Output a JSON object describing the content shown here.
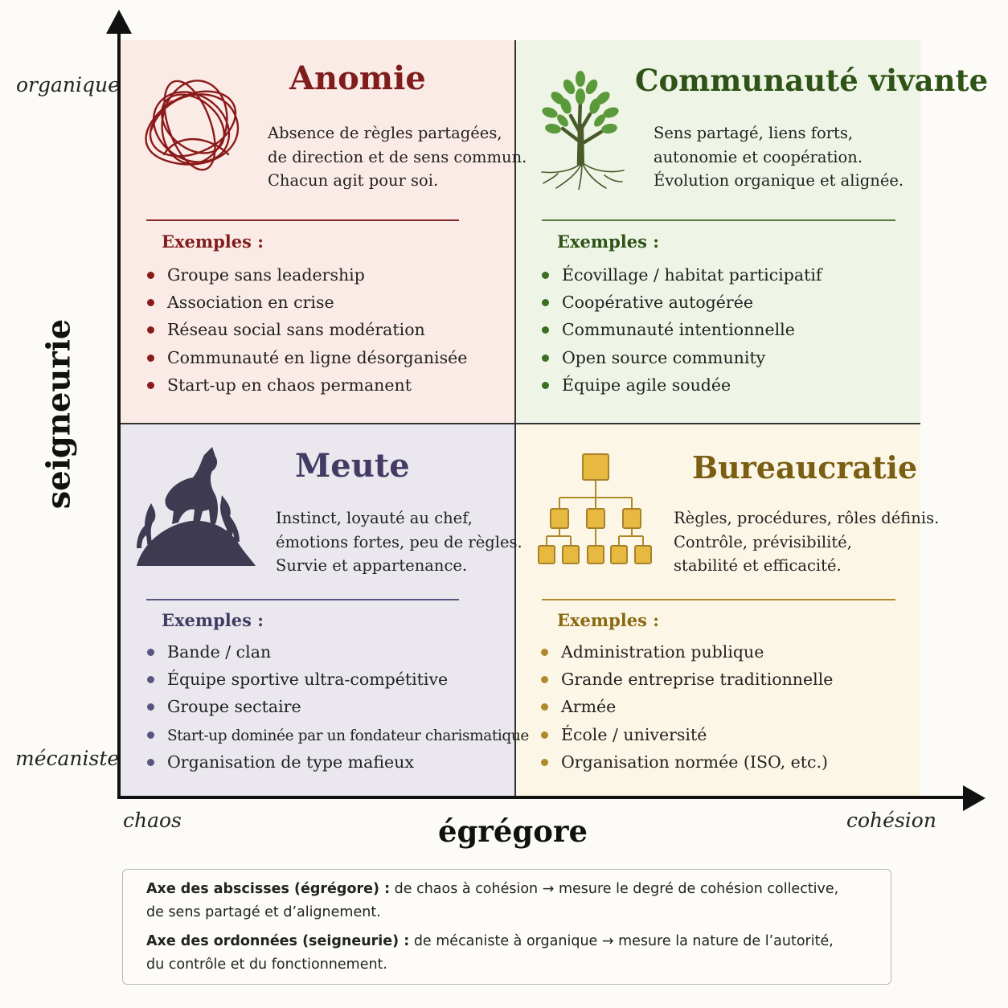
{
  "axes": {
    "y_title": "seigneurie",
    "y_top": "organique",
    "y_bottom": "mécaniste",
    "x_title": "égrégore",
    "x_left": "chaos",
    "x_right": "cohésion"
  },
  "colors": {
    "anomie": "#7f1d1d",
    "communaute": "#2f5316",
    "meute": "#433b63",
    "bureaucratie": "#7a5e12",
    "anomie_dot": "#8b1a1a",
    "communaute_dot": "#3c6e23",
    "meute_dot": "#5a5480",
    "bureaucratie_dot": "#b08a2a"
  },
  "quadrants": {
    "anomie": {
      "icon": "tangled-scribble-icon",
      "title": "Anomie",
      "desc": [
        "Absence de règles partagées,",
        "de direction et de sens commun.",
        "Chacun agit pour soi."
      ],
      "examples_label": "Exemples :",
      "examples": [
        "Groupe sans leadership",
        "Association en crise",
        "Réseau social sans modération",
        "Communauté en ligne désorganisée",
        "Start-up en chaos permanent"
      ]
    },
    "communaute": {
      "icon": "tree-icon",
      "title": "Communauté vivante",
      "desc": [
        "Sens partagé, liens forts,",
        "autonomie et coopération.",
        "Évolution organique et alignée."
      ],
      "examples_label": "Exemples :",
      "examples": [
        "Écovillage / habitat participatif",
        "Coopérative autogérée",
        "Communauté intentionnelle",
        "Open source community",
        "Équipe agile soudée"
      ]
    },
    "meute": {
      "icon": "howling-wolves-icon",
      "title": "Meute",
      "desc": [
        "Instinct, loyauté au chef,",
        "émotions fortes, peu de règles.",
        "Survie et appartenance."
      ],
      "examples_label": "Exemples :",
      "examples": [
        "Bande / clan",
        "Équipe sportive ultra-compétitive",
        "Groupe sectaire",
        "Start-up dominée par un fondateur charismatique",
        "Organisation de type mafieux"
      ]
    },
    "bureaucratie": {
      "icon": "org-chart-icon",
      "title": "Bureaucratie",
      "desc": [
        "Règles, procédures, rôles définis.",
        "Contrôle, prévisibilité,",
        "stabilité et efficacité."
      ],
      "examples_label": "Exemples :",
      "examples": [
        "Administration publique",
        "Grande entreprise traditionnelle",
        "Armée",
        "École / université",
        "Organisation normée (ISO, etc.)"
      ]
    }
  },
  "legend": {
    "x_bold": "Axe des abscisses (égrégore) :",
    "x_text_1": " de chaos à cohésion → mesure le degré de cohésion collective,",
    "x_text_2": "de sens partagé et d’alignement.",
    "y_bold": "Axe des ordonnées (seigneurie) :",
    "y_text_1": " de mécaniste à organique → mesure la nature de l’autorité,",
    "y_text_2": "du contrôle et du fonctionnement."
  }
}
